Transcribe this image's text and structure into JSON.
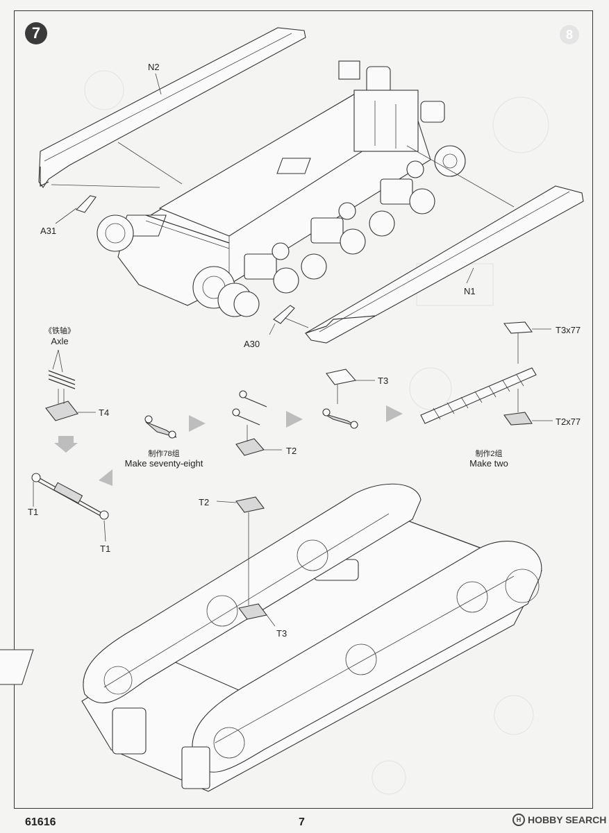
{
  "step": {
    "number": "7",
    "ghost_number": "8"
  },
  "labels": {
    "n2": "N2",
    "a31": "A31",
    "n1": "N1",
    "a30": "A30",
    "axle_cn": "《铁轴》",
    "axle_en": "Axle",
    "t4": "T4",
    "t1_left": "T1",
    "t1_right": "T1",
    "t3_top": "T3",
    "t2_mid": "T2",
    "t3x77": "T3x77",
    "t2x77": "T2x77",
    "make78_cn": "制作78组",
    "make78_en": "Make seventy-eight",
    "make2_cn": "制作2组",
    "make2_en": "Make two",
    "t2_lower": "T2",
    "t3_lower": "T3"
  },
  "footer": {
    "code": "61616",
    "page": "7",
    "brand": "HOBBY SEARCH",
    "brand_mark": "H"
  },
  "colors": {
    "badge": "#3a3a3a",
    "line": "#333333",
    "flow_arrow": "#bdbdbd"
  }
}
